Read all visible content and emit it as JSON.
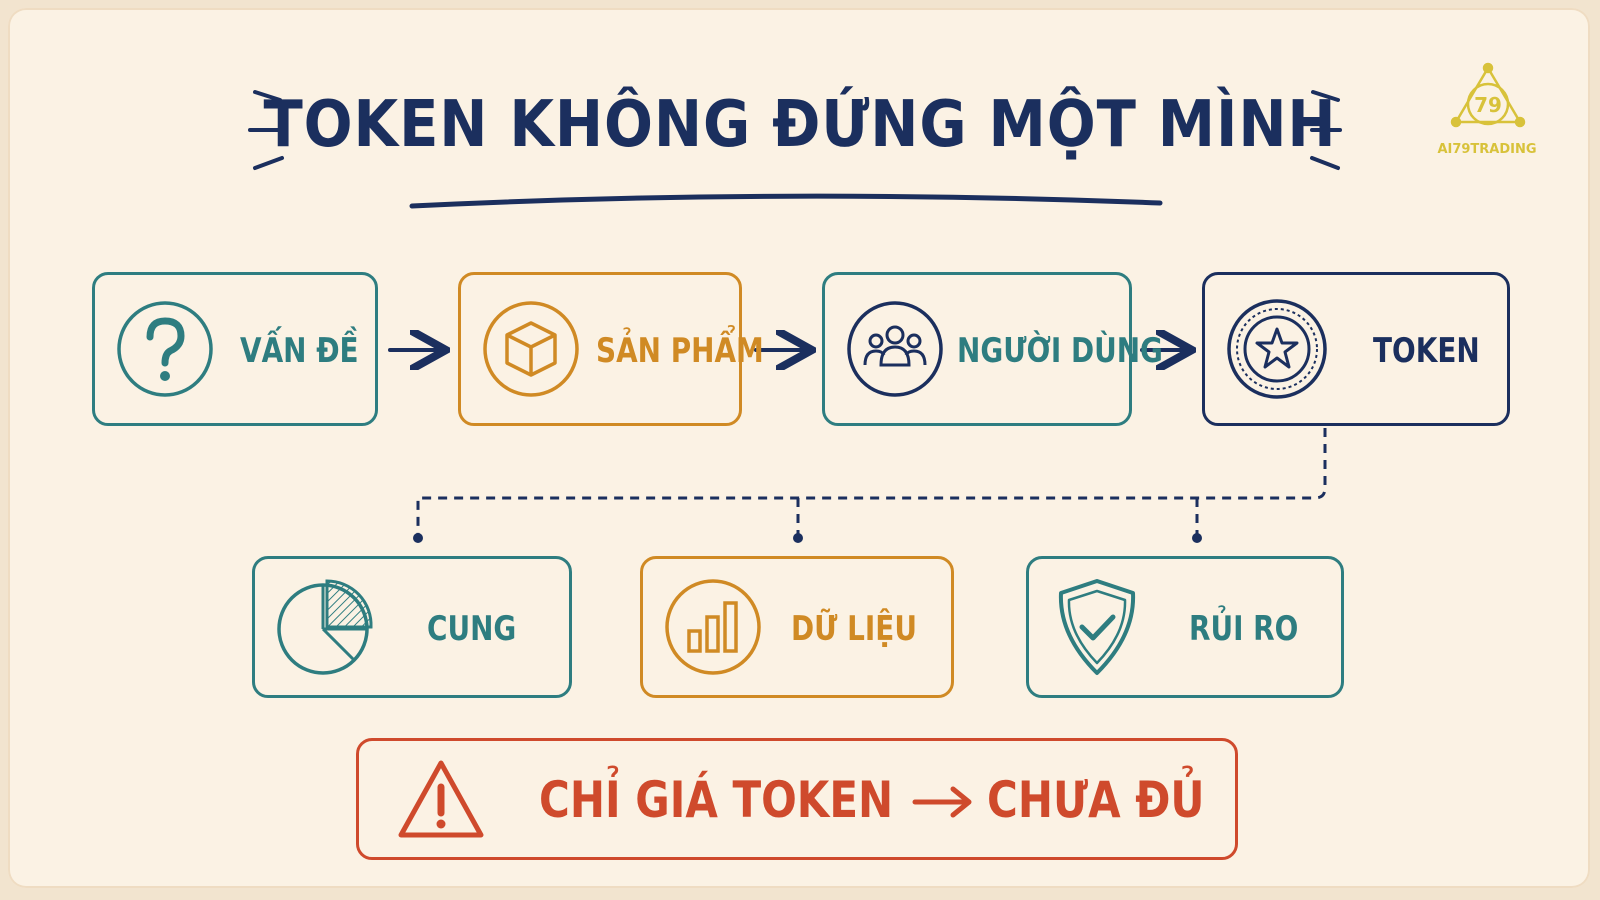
{
  "title": "TOKEN KHÔNG ĐỨNG MỘT MÌNH",
  "logo": {
    "text": "AI79TRADING",
    "mark": "79"
  },
  "flow": [
    {
      "label": "VẤN ĐỀ",
      "icon": "question-icon",
      "color": "#2e7d80"
    },
    {
      "label": "SẢN PHẨM",
      "icon": "box-icon",
      "color": "#d08a24"
    },
    {
      "label": "NGƯỜI DÙNG",
      "icon": "users-icon",
      "color": "#2e7d80"
    },
    {
      "label": "TOKEN",
      "icon": "star-coin-icon",
      "color": "#1b2f5e"
    }
  ],
  "factors": [
    {
      "label": "CUNG",
      "icon": "pie-chart-icon",
      "color": "#2e7d80"
    },
    {
      "label": "DỮ LIỆU",
      "icon": "bar-chart-icon",
      "color": "#d08a24"
    },
    {
      "label": "RỦI RO",
      "icon": "shield-check-icon",
      "color": "#2e7d80"
    }
  ],
  "warning": {
    "left": "CHỈ GIÁ TOKEN",
    "right": "CHƯA ĐỦ",
    "icon": "warning-icon",
    "color": "#cf4a2c"
  }
}
